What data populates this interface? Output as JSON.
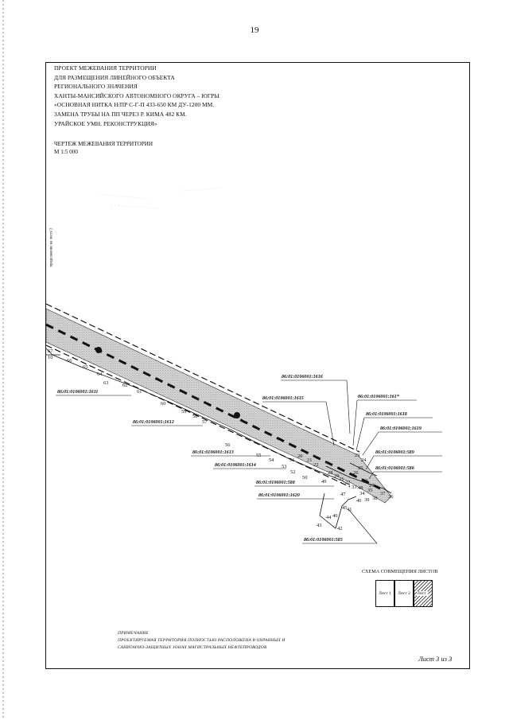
{
  "page_number": "19",
  "title_block": {
    "lines": [
      "ПРОЕКТ МЕЖЕВАНИЯ ТЕРРИТОРИИ",
      "ДЛЯ РАЗМЕЩЕНИЯ ЛИНЕЙНОГО ОБЪЕКТА",
      "РЕГИОНАЛЬНОГО ЗНАЧЕНИЯ",
      "ХАНТЫ-МАНСИЙСКОГО АВТОНОМНОГО ОКРУГА – ЮГРЫ",
      "«ОСНОВНАЯ НИТКА Н/ПР С-Г-П 433-650 КМ ДУ-1200 ММ.",
      "ЗАМЕНА ТРУБЫ НА ПП ЧЕРЕЗ Р. КИМА 482 КМ.",
      "УРАЙСКОЕ УМН. РЕКОНСТРУКЦИЯ»"
    ]
  },
  "drawing_title": "ЧЕРТЕЖ МЕЖЕВАНИЯ ТЕРРИТОРИИ",
  "scale": "М 1:5 000",
  "vertical_note": "продолжение на листе 2",
  "cadastral_labels": [
    "86:01:0106001:1616",
    "86:01:0106001:1615",
    "86:01:0106001:161*",
    "86:01:0106001:1618",
    "86:01:0106001:1619",
    "86:01:0106001:1611",
    "86:01:0106001:1612",
    "86:01:0106001:1613",
    "86:01:0106001:1614",
    "86:01:0106001:589",
    "86:01:0106001:586",
    "86:01:0106001:588",
    "86:01:0106001:1620",
    "86:01:0106001:585"
  ],
  "point_labels": [
    "67",
    "10",
    "66",
    "65",
    "64",
    "63",
    "62",
    "61",
    "60",
    "59",
    "58",
    "57",
    "56",
    "55",
    "54",
    "53",
    "52",
    "51",
    "50",
    "49",
    "48",
    "47",
    "46",
    "45",
    "44",
    "43",
    "42",
    "41",
    "40",
    "39",
    "38",
    "37",
    "36",
    "35",
    "34",
    "33",
    "32",
    "31",
    "30",
    "29",
    "28",
    "27",
    "26",
    "25",
    "24",
    "23",
    "22",
    "21",
    "20"
  ],
  "scheme": {
    "title": "СХЕМА СОВМЕЩЕНИЯ ЛИСТОВ",
    "cells": [
      "Лист 1",
      "Лист 2",
      "Лист 3"
    ]
  },
  "note": {
    "heading": "ПРИМЕЧАНИЕ",
    "lines": [
      "ПРОЕКТИРУЕМАЯ ТЕРРИТОРИЯ ПОЛНОСТЬЮ РАСПОЛОЖЕНА В ОХРАННЫХ И",
      "САНИТАРНО-ЗАЩИТНЫХ ЗОНАХ МАГИСТРАЛЬНЫХ НЕФТЕПРОВОДОВ"
    ]
  },
  "sheet_label": "Лист 3 из 3"
}
